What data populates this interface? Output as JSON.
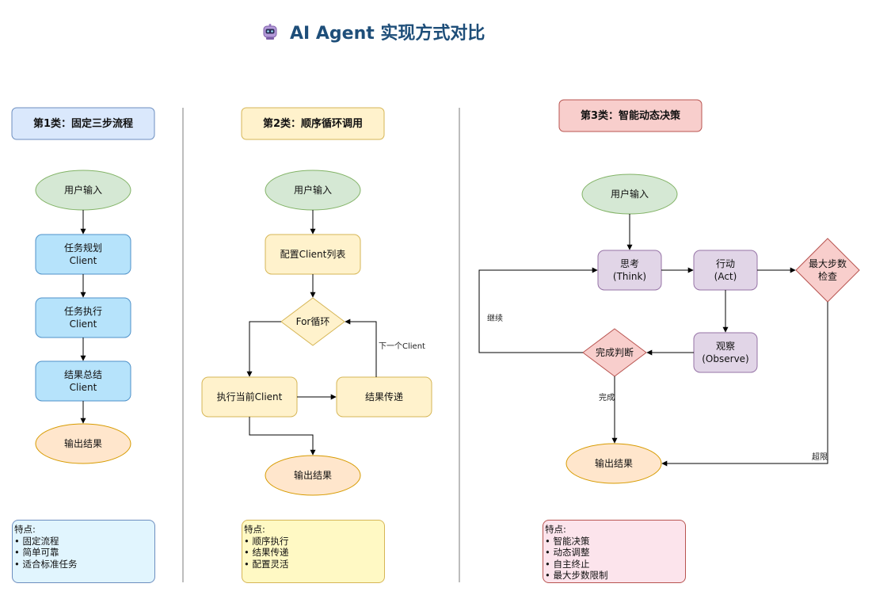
{
  "title": "AI Agent 实现方式对比",
  "icon": "robot-icon",
  "columns": [
    {
      "header": "第1类：固定三步流程",
      "nodes": {
        "input": "用户输入",
        "plan": [
          "任务规划",
          "Client"
        ],
        "exec": [
          "任务执行",
          "Client"
        ],
        "summary": [
          "结果总结",
          "Client"
        ],
        "output": "输出结果"
      },
      "notes_title": "特点:",
      "notes": [
        "• 固定流程",
        "• 简单可靠",
        "• 适合标准任务"
      ]
    },
    {
      "header": "第2类：顺序循环调用",
      "nodes": {
        "input": "用户输入",
        "config": "配置Client列表",
        "loop": "For循环",
        "exec": "执行当前Client",
        "pass": "结果传递",
        "output": "输出结果"
      },
      "edges": {
        "next": "下一个Client"
      },
      "notes_title": "特点:",
      "notes": [
        "• 顺序执行",
        "• 结果传递",
        "• 配置灵活"
      ]
    },
    {
      "header": "第3类：智能动态决策",
      "nodes": {
        "input": "用户输入",
        "think": [
          "思考",
          "(Think)"
        ],
        "act": [
          "行动",
          "(Act)"
        ],
        "maxstep": [
          "最大步数",
          "检查"
        ],
        "observe": [
          "观察",
          "(Observe)"
        ],
        "judge": "完成判断",
        "output": "输出结果"
      },
      "edges": {
        "continue": "继续",
        "done": "完成",
        "exceed": "超限"
      },
      "notes_title": "特点:",
      "notes": [
        "• 智能决策",
        "• 动态调整",
        "• 自主终止",
        "• 最大步数限制"
      ]
    }
  ],
  "colors": {
    "blue_fill": "#dae8fc",
    "blue_stroke": "#6c8ebf",
    "node_blue_fill": "#b6e3fb",
    "node_blue_stroke": "#4f91c8",
    "green_fill": "#d5e8d4",
    "green_stroke": "#82b366",
    "orange_fill": "#ffe6cc",
    "orange_stroke": "#d79b00",
    "yellow_fill": "#fff2cc",
    "yellow_stroke": "#d6b656",
    "red_fill": "#f8cecc",
    "red_stroke": "#b85450",
    "purple_fill": "#e1d5e7",
    "purple_stroke": "#9673a6",
    "title": "#1e4e79"
  }
}
